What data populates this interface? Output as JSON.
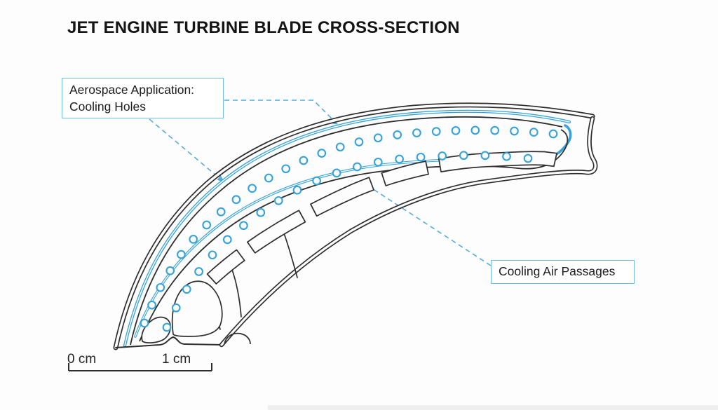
{
  "title": "JET ENGINE TURBINE BLADE CROSS-SECTION",
  "callouts": {
    "cooling_holes": {
      "line1": "Aerospace Application:",
      "line2": "Cooling Holes"
    },
    "cooling_air_passages": "Cooling Air Passages"
  },
  "scale_bar": {
    "start": "0 cm",
    "end": "1 cm"
  },
  "colors": {
    "background": "#fdfdfd",
    "accent_blue": "#35a3d8",
    "leader_blue": "#58acd8",
    "line_dark": "#2d2d2d",
    "callout_border": "#6fbedf"
  },
  "blade": {
    "cooling_hole_rows": 2,
    "holes_row1": 26,
    "holes_row2": 21,
    "passage_slots": 5
  }
}
